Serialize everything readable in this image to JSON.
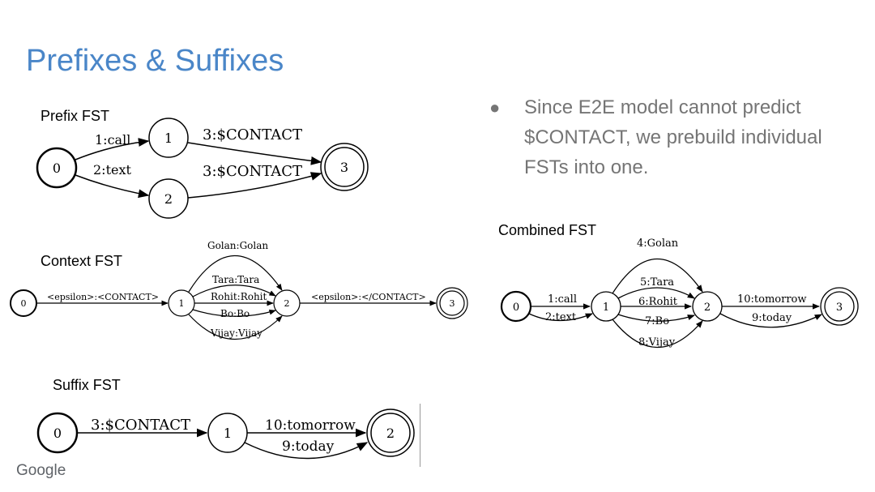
{
  "slide": {
    "title": "Prefixes & Suffixes",
    "bullet": "Since E2E model cannot predict $CONTACT, we prebuild individual FSTs into one.",
    "bullet_marker": "●",
    "logo": "Google"
  },
  "prefix_fst": {
    "label": "Prefix FST",
    "states": [
      "0",
      "1",
      "2",
      "3"
    ],
    "arcs": [
      "1:call",
      "2:text",
      "3:$CONTACT",
      "3:$CONTACT"
    ]
  },
  "context_fst": {
    "label": "Context FST",
    "states": [
      "0",
      "1",
      "2",
      "3"
    ],
    "arcs": [
      "<epsilon>:<CONTACT>",
      "Golan:Golan",
      "Tara:Tara",
      "Rohit:Rohit",
      "Bo:Bo",
      "Vijay:Vijay",
      "<epsilon>:</CONTACT>"
    ]
  },
  "suffix_fst": {
    "label": "Suffix FST",
    "states": [
      "0",
      "1",
      "2"
    ],
    "arcs": [
      "3:$CONTACT",
      "10:tomorrow",
      "9:today"
    ]
  },
  "combined_fst": {
    "label": "Combined FST",
    "states": [
      "0",
      "1",
      "2",
      "3"
    ],
    "arcs": [
      "1:call",
      "2:text",
      "4:Golan",
      "5:Tara",
      "6:Rohit",
      "7:Bo",
      "8:Vijay",
      "10:tomorrow",
      "9:today"
    ]
  }
}
